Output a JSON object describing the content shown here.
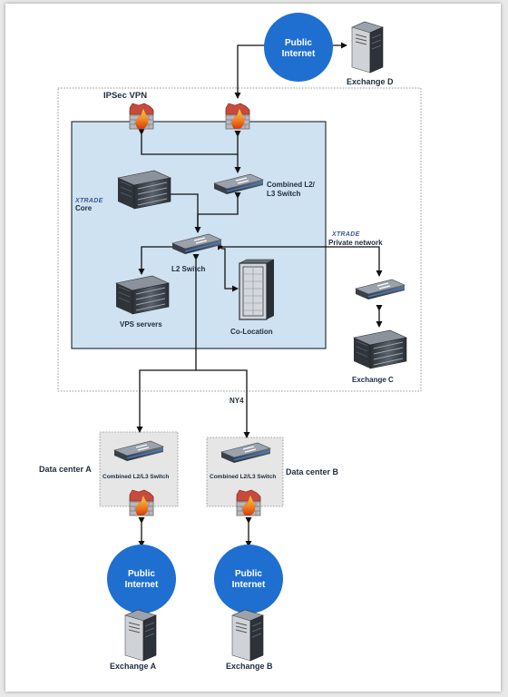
{
  "nodes": {
    "public_internet_d": {
      "line1": "Public",
      "line2": "Internet"
    },
    "exchange_d": "Exchange D",
    "ipsec_vpn": "IPSec VPN",
    "core_brand": "XTRADE",
    "core": "Core",
    "combined_switch_top": {
      "line1": "Combined L2/",
      "line2": "L3 Switch"
    },
    "l2_switch": "L2 Switch",
    "private_brand": "XTRADE",
    "private_network": "Private network",
    "vps_servers": "VPS servers",
    "co_location": "Co-Location",
    "exchange_c": "Exchange C",
    "ny4": "NY4",
    "data_center_a": "Data center A",
    "data_center_b": "Data center B",
    "combined_switch_a": "Combined L2/L3 Switch",
    "combined_switch_b": "Combined L2/L3 Switch",
    "public_internet_a": {
      "line1": "Public",
      "line2": "Internet"
    },
    "public_internet_b": {
      "line1": "Public",
      "line2": "Internet"
    },
    "exchange_a": "Exchange A",
    "exchange_b": "Exchange B"
  },
  "colors": {
    "internet_blue": "#1f6fd1",
    "core_fill": "#cfe2f1",
    "label_dark": "#1d2c3d",
    "switch_accent": "#3d7fd6"
  }
}
